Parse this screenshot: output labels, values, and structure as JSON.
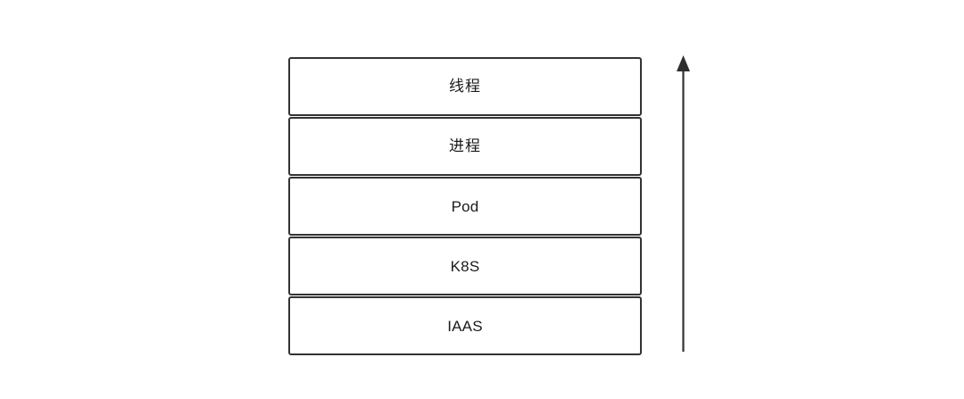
{
  "diagram": {
    "title": "",
    "type": "layered-stack",
    "background_color": "#ffffff",
    "box_border_color": "#333333",
    "box_fill_color": "#ffffff",
    "text_color": "#1a1a1a",
    "arrow_color": "#333333",
    "layers": [
      {
        "id": "thread",
        "label": "线程",
        "script": "cjk",
        "order": 1,
        "position": "top"
      },
      {
        "id": "process",
        "label": "进程",
        "script": "cjk",
        "order": 2,
        "position": "upper-middle"
      },
      {
        "id": "pod",
        "label": "Pod",
        "script": "latin",
        "order": 3,
        "position": "middle"
      },
      {
        "id": "k8s",
        "label": "K8S",
        "script": "latin",
        "order": 4,
        "position": "lower-middle"
      },
      {
        "id": "iaas",
        "label": "IAAS",
        "script": "latin",
        "order": 5,
        "position": "bottom"
      }
    ],
    "arrow": {
      "name": "upward-arrow",
      "direction": "up",
      "label": "",
      "color": "#333333"
    }
  }
}
